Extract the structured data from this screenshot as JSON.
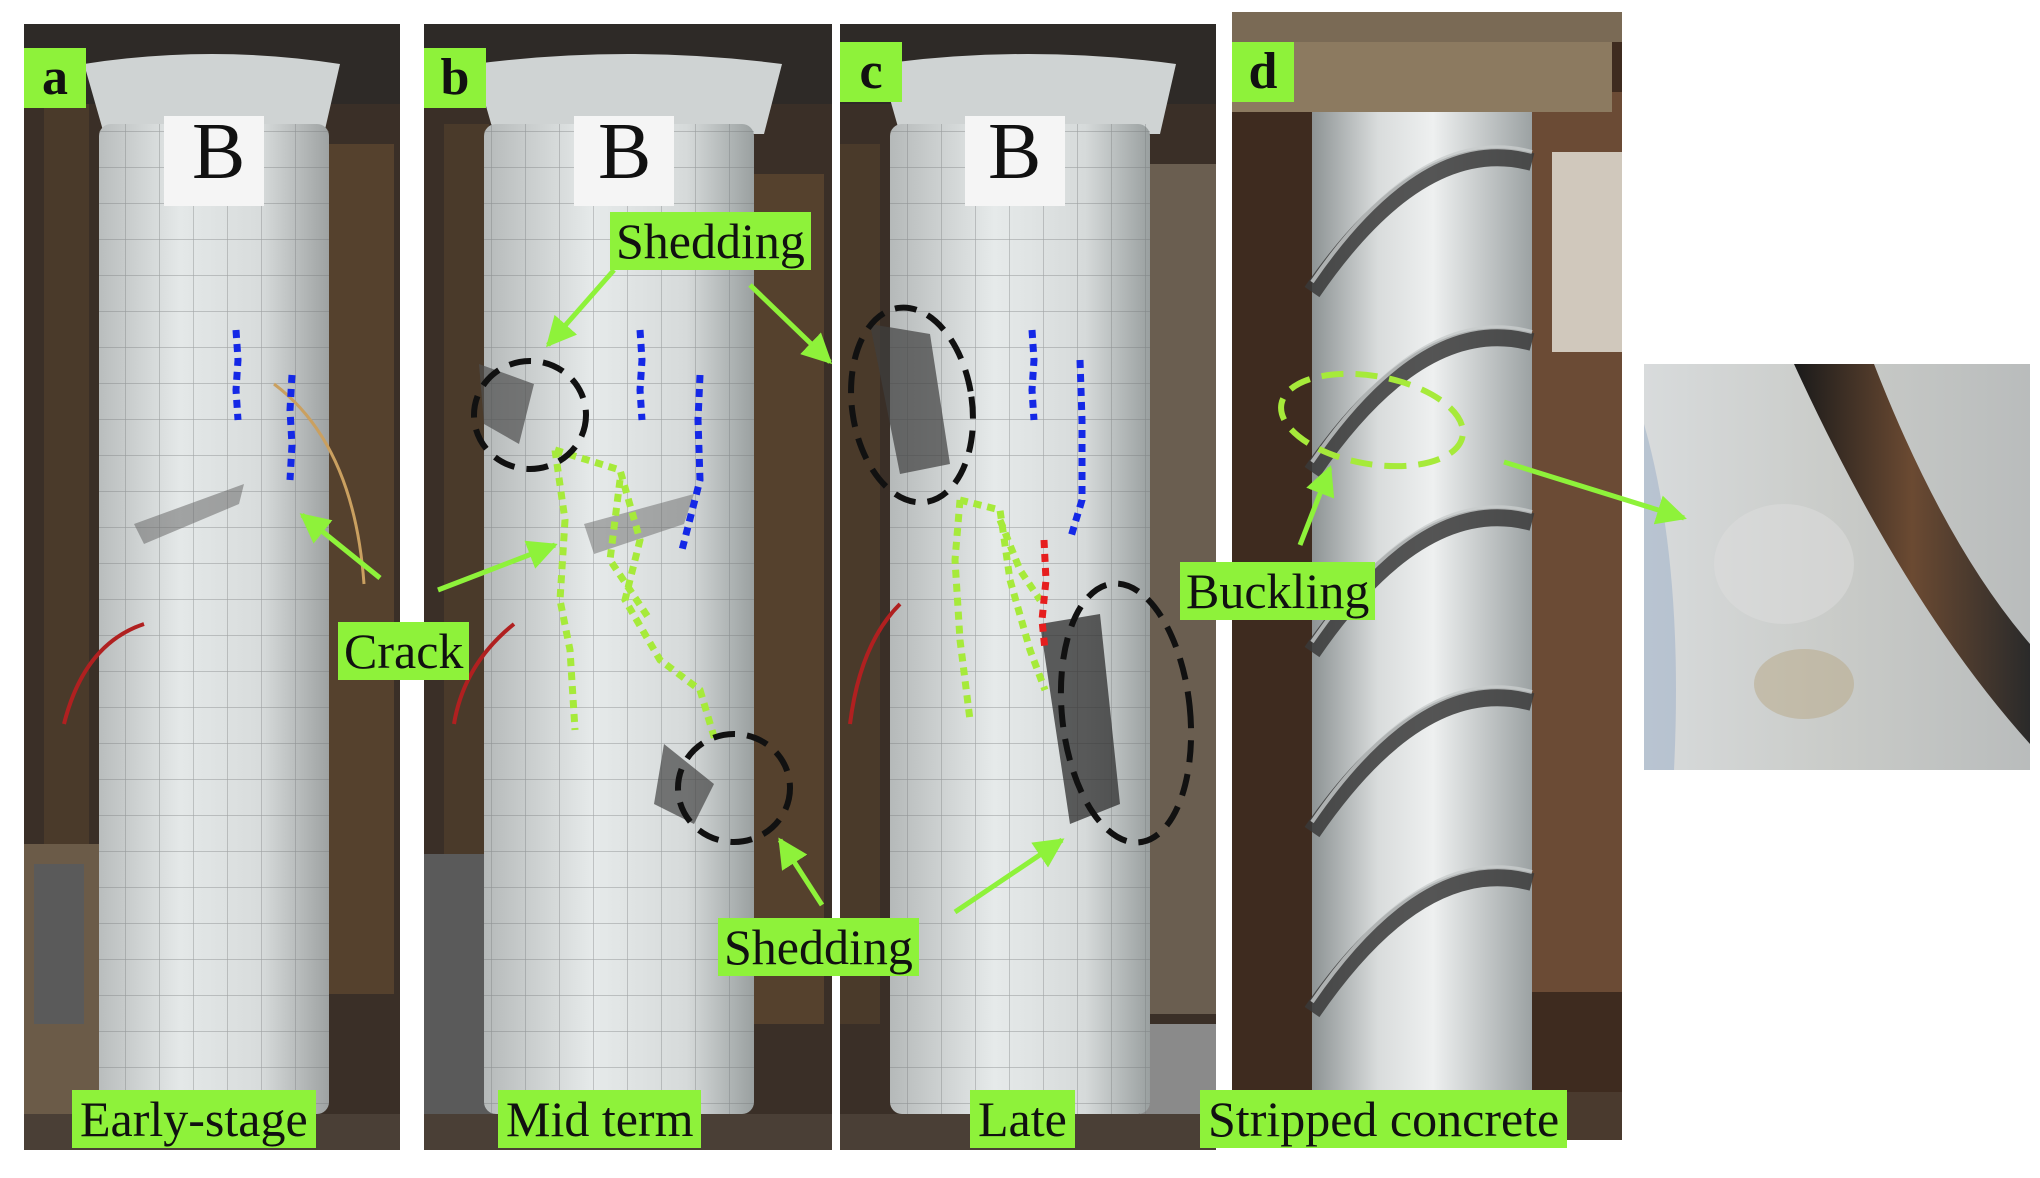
{
  "panels": {
    "a": {
      "letter": "a",
      "column_mark": "B",
      "caption": "Early-stage"
    },
    "b": {
      "letter": "b",
      "column_mark": "B",
      "caption": "Mid term"
    },
    "c": {
      "letter": "c",
      "column_mark": "B",
      "caption": "Late"
    },
    "d": {
      "letter": "d",
      "caption": "Stripped concrete"
    }
  },
  "annotations": {
    "shedding_top": "Shedding",
    "shedding_bottom": "Shedding",
    "crack": "Crack",
    "buckling": "Buckling"
  },
  "colors": {
    "label_bg": "#8ef23a",
    "arrow": "#8ef23a",
    "crack_initial": "#1428e6",
    "crack_propagation": "#a6ea3a",
    "crack_late": "#e61e1e",
    "shedding_outline": "#111111"
  }
}
